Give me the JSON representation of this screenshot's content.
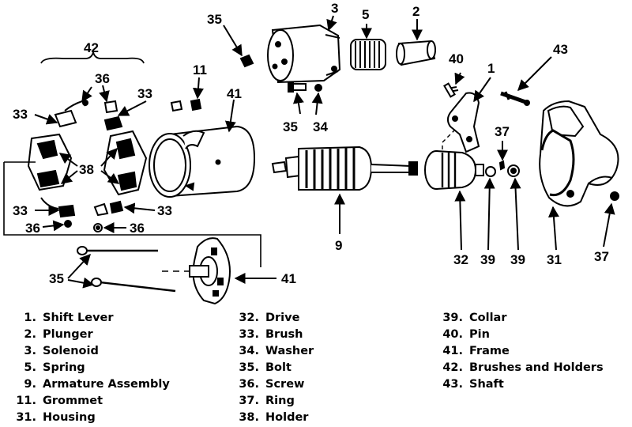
{
  "callouts": {
    "c3": "3",
    "c5": "5",
    "c2": "2",
    "c35a": "35",
    "c42": "42",
    "c11": "11",
    "c41a": "41",
    "c36a": "36",
    "c33a": "33",
    "c33b": "33",
    "c35b": "35",
    "c34": "34",
    "c40": "40",
    "c1": "1",
    "c43": "43",
    "c37a": "37",
    "c38": "38",
    "c33c": "33",
    "c33d": "33",
    "c36b": "36",
    "c36c": "36",
    "c9": "9",
    "c32": "32",
    "c39a": "39",
    "c39b": "39",
    "c31": "31",
    "c37b": "37",
    "c35c": "35",
    "c41b": "41"
  },
  "legend": {
    "col1": [
      {
        "num": "1.",
        "label": "Shift Lever"
      },
      {
        "num": "2.",
        "label": "Plunger"
      },
      {
        "num": "3.",
        "label": "Solenoid"
      },
      {
        "num": "5.",
        "label": "Spring"
      },
      {
        "num": "9.",
        "label": "Armature Assembly"
      },
      {
        "num": "11.",
        "label": "Grommet"
      },
      {
        "num": "31.",
        "label": "Housing"
      }
    ],
    "col2": [
      {
        "num": "32.",
        "label": "Drive"
      },
      {
        "num": "33.",
        "label": "Brush"
      },
      {
        "num": "34.",
        "label": "Washer"
      },
      {
        "num": "35.",
        "label": "Bolt"
      },
      {
        "num": "36.",
        "label": "Screw"
      },
      {
        "num": "37.",
        "label": "Ring"
      },
      {
        "num": "38.",
        "label": "Holder"
      }
    ],
    "col3": [
      {
        "num": "39.",
        "label": "Collar"
      },
      {
        "num": "40.",
        "label": "Pin"
      },
      {
        "num": "41.",
        "label": "Frame"
      },
      {
        "num": "42.",
        "label": "Brushes and Holders"
      },
      {
        "num": "43.",
        "label": "Shaft"
      }
    ]
  }
}
